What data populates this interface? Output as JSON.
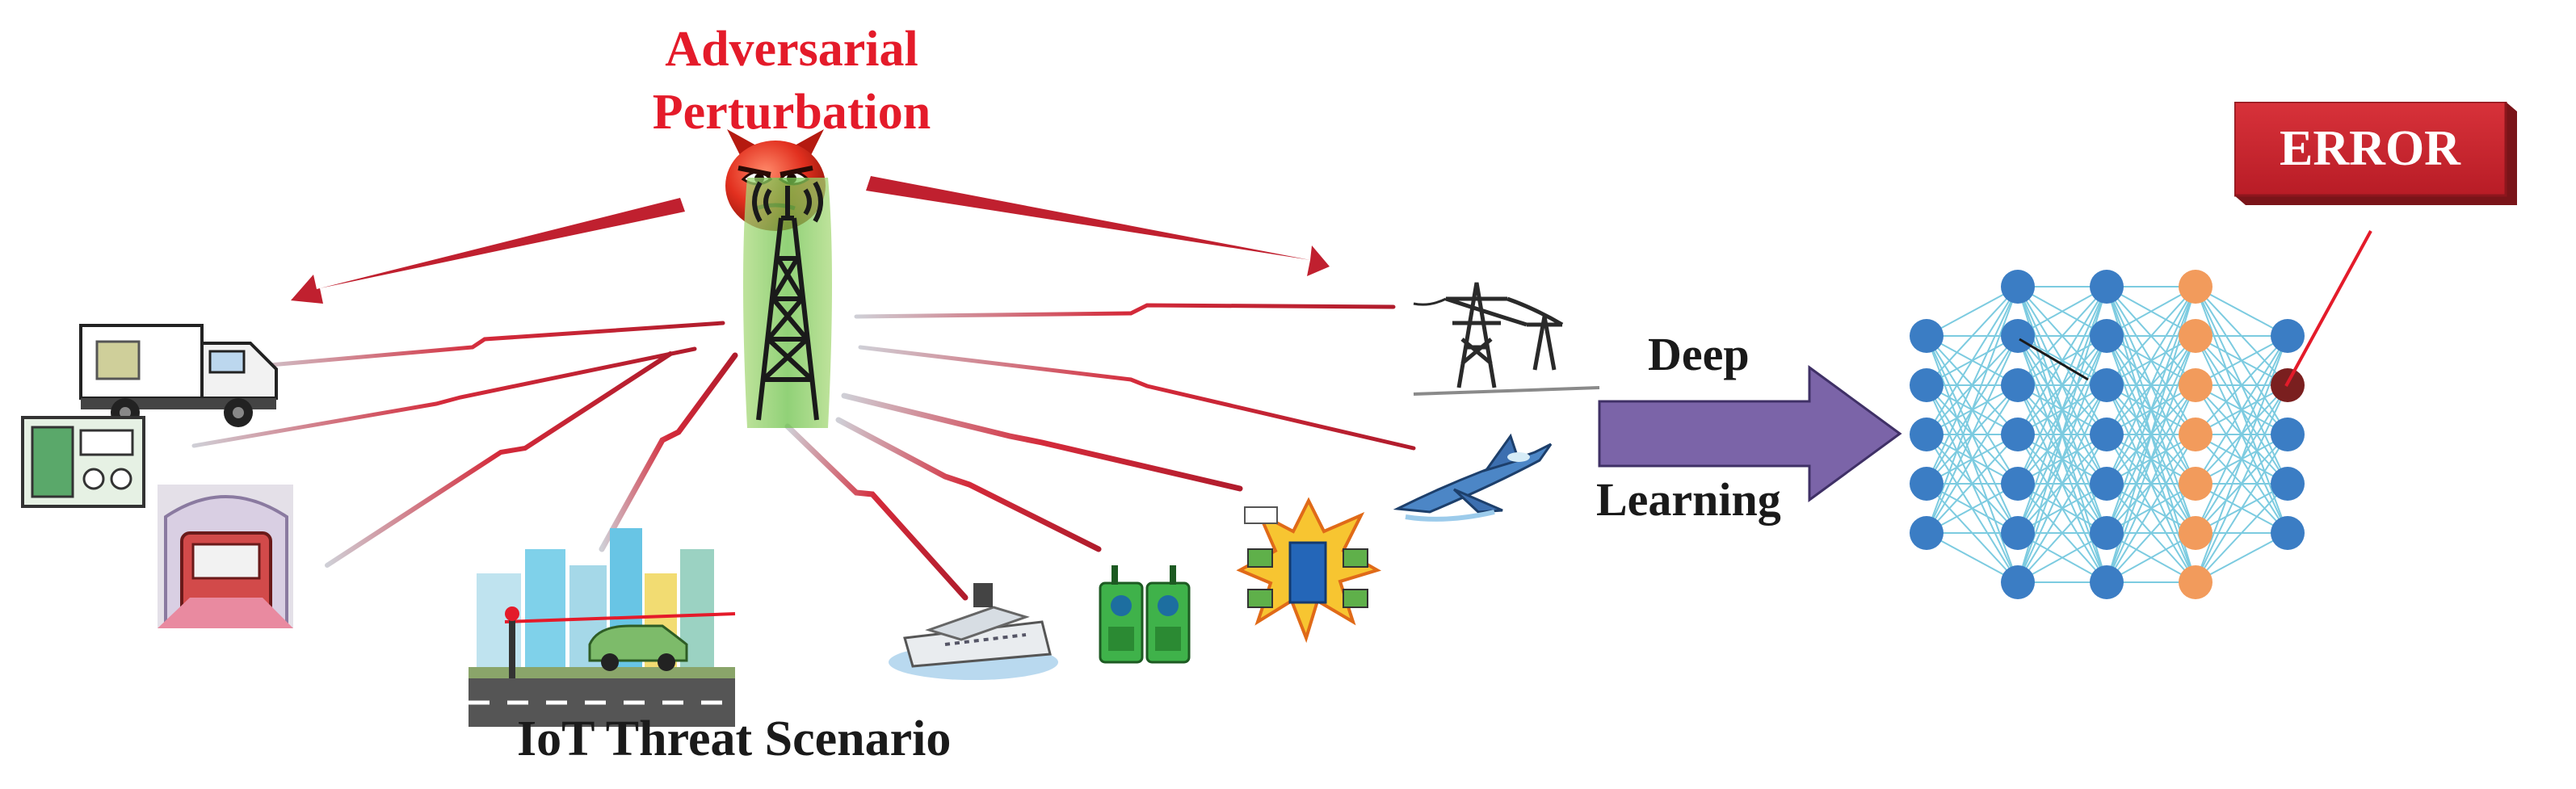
{
  "title_lines": [
    "Adversarial",
    "Perturbation"
  ],
  "scenario_label": "IoT Threat Scenario",
  "arrow_labels": {
    "top": "Deep",
    "bottom": "Learning"
  },
  "error_label": "ERROR",
  "network_layers": [
    {
      "nodes": 5,
      "role": "input",
      "color": "#3b7dc4"
    },
    {
      "nodes": 7,
      "role": "hidden",
      "color": "#3b7dc4"
    },
    {
      "nodes": 7,
      "role": "hidden",
      "color": "#3b7dc4"
    },
    {
      "nodes": 7,
      "role": "perturbed-hidden",
      "color": "#f29b5c"
    },
    {
      "nodes": 5,
      "role": "output",
      "color": "#3b7dc4",
      "misclassified_node_index": 1,
      "misclassified_color": "#7a1f1f"
    }
  ],
  "colors": {
    "adversary_red": "#e41b2a",
    "attack_arrow": "#c0202f",
    "signal_line": "#d42a3a",
    "learning_arrow": "#7b64a8",
    "connection": "#7ccbe0",
    "error_box": "#c8252e"
  },
  "icons": [
    "devil-icon",
    "cell-tower-icon",
    "delivery-truck-icon",
    "radio-device-icon",
    "subway-train-icon",
    "smart-city-icon",
    "cruise-ship-icon",
    "walkie-talkie-icon",
    "emi-server-icon",
    "power-line-icon",
    "fighter-jet-icon"
  ]
}
